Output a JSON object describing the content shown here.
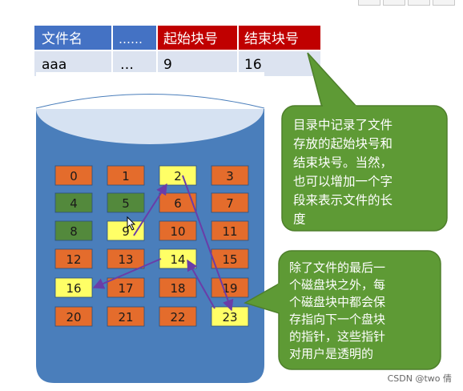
{
  "directory_table": {
    "headers": [
      "文件名",
      "……",
      "起始块号",
      "结束块号"
    ],
    "row": [
      "aaa",
      "…",
      "9",
      "16"
    ]
  },
  "disk": {
    "blocks": [
      {
        "label": "0",
        "status": "free"
      },
      {
        "label": "1",
        "status": "free"
      },
      {
        "label": "2",
        "status": "file"
      },
      {
        "label": "3",
        "status": "free"
      },
      {
        "label": "4",
        "status": "used"
      },
      {
        "label": "5",
        "status": "used"
      },
      {
        "label": "6",
        "status": "free"
      },
      {
        "label": "7",
        "status": "free"
      },
      {
        "label": "8",
        "status": "used"
      },
      {
        "label": "9",
        "status": "file"
      },
      {
        "label": "10",
        "status": "free"
      },
      {
        "label": "11",
        "status": "free"
      },
      {
        "label": "12",
        "status": "free"
      },
      {
        "label": "13",
        "status": "free"
      },
      {
        "label": "14",
        "status": "file"
      },
      {
        "label": "15",
        "status": "free"
      },
      {
        "label": "16",
        "status": "file"
      },
      {
        "label": "17",
        "status": "free"
      },
      {
        "label": "18",
        "status": "free"
      },
      {
        "label": "19",
        "status": "free"
      },
      {
        "label": "20",
        "status": "free"
      },
      {
        "label": "21",
        "status": "free"
      },
      {
        "label": "22",
        "status": "free"
      },
      {
        "label": "23",
        "status": "file"
      }
    ],
    "chain": [
      "9",
      "2",
      "23",
      "14",
      "16"
    ]
  },
  "callouts": {
    "directory_note": [
      "目录中记录了文件",
      "存放的起始块号和",
      "结束块号。当然，",
      "也可以增加一个字",
      "段来表示文件的长",
      "度"
    ],
    "pointer_note": [
      "除了文件的最后一",
      "个磁盘块之外，每",
      "个磁盘块中都会保",
      "存指向下一个盘块",
      "的指针，这些指针",
      "对用户是透明的"
    ]
  },
  "watermark": "CSDN @two 倩",
  "colors": {
    "header_blue": "#4472C4",
    "header_red": "#C00000",
    "row_bg": "#DCE3F0",
    "disk_blue": "#4A7EBB",
    "disk_top": "#D6E2F2",
    "free": "#E46C2C",
    "used": "#53893C",
    "file": "#FFFF66",
    "callout": "#5E9A35",
    "callout_border": "#4E7F2B",
    "arrow": "#6A3DA8"
  }
}
